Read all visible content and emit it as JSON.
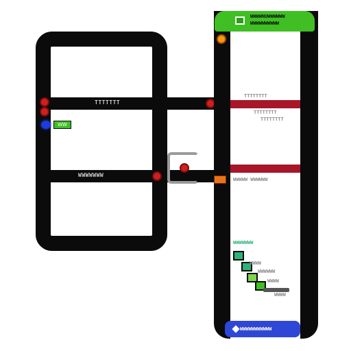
{
  "header": {
    "line1": "WWWWNUWWWWWW",
    "line2": "WWWWWWWWWW"
  },
  "left": {
    "bar1_label": "TTTTTTT",
    "bar2_label": "WWWWWWW"
  },
  "right": {
    "label1": "TTTTTTTT",
    "label2": "TTTTTTTT",
    "label3": "TTTTTTTT",
    "label4": "WWWWWWW",
    "label5": "WWWWW WWWWWW",
    "step1": "WWWW",
    "step2": "WWWWWW",
    "step3": "WWWW",
    "step4": "WWWW"
  },
  "tags": {
    "green_tag": "WW"
  },
  "buttons": {
    "blue_label": "WWWWWWWWWWW"
  },
  "colors": {
    "green": "#3fbf24",
    "red": "#a8162a",
    "blue": "#2f47d6",
    "black": "#0b0b0b"
  },
  "icons": {
    "header_icon": "window-icon",
    "orange_node": "alert-dot-icon",
    "blue_node": "signal-dot-icon",
    "button_icon": "diamond-icon"
  }
}
